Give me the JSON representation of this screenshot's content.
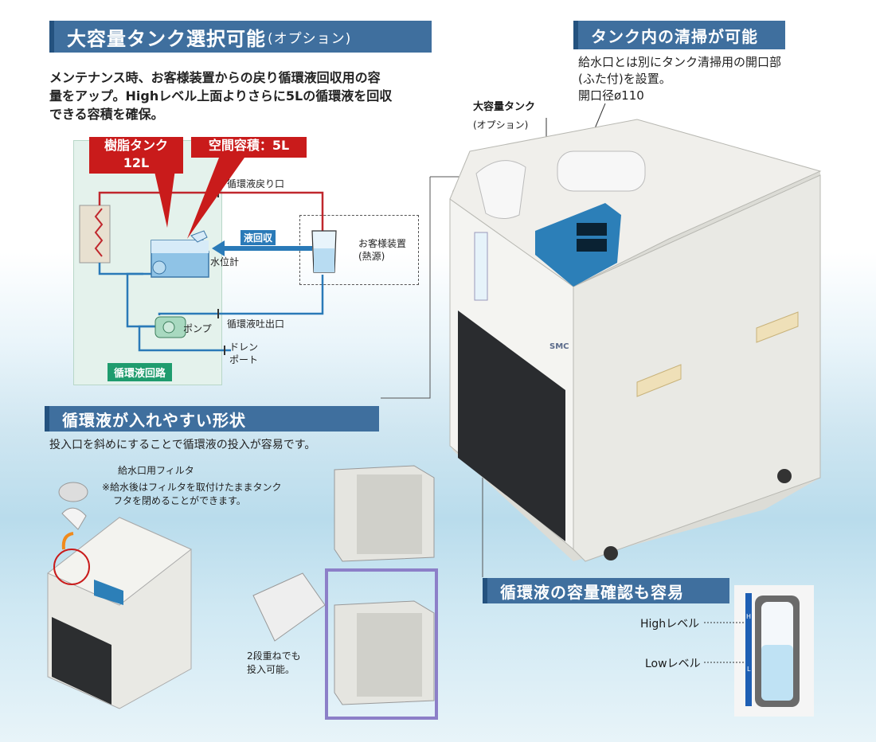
{
  "section1": {
    "title": "大容量タンク選択可能",
    "title_suffix": "(オプション)",
    "body": [
      "メンテナンス時、お客様装置からの戻り循環液回収用の容",
      "量をアップ。Highレベル上面よりさらに5Lの循環液を回収",
      "できる容積を確保。"
    ]
  },
  "diagram": {
    "resin_tank_line1": "樹脂タンク",
    "resin_tank_line2": "12L",
    "space_volume": "空間容積：5L",
    "return_port": "循環液戻り口",
    "recovery": "液回収",
    "level_gauge": "水位計",
    "customer_device_line1": "お客様装置",
    "customer_device_line2": "(熱源)",
    "pump": "ポンプ",
    "discharge_port": "循環液吐出口",
    "drain_line1": "ドレン",
    "drain_line2": "ポート",
    "circuit": "循環液回路"
  },
  "section2": {
    "title": "タンク内の清掃が可能",
    "body": [
      "給水口とは別にタンク清掃用の開口部",
      "(ふた付)を設置。",
      "開口径ø110"
    ]
  },
  "product": {
    "large_tank_line1": "大容量タンク",
    "large_tank_line2": "(オプション)",
    "brand": "SMC"
  },
  "section3": {
    "title": "循環液が入れやすい形状",
    "body": "投入口を斜めにすることで循環液の投入が容易です。",
    "filter_label": "給水口用フィルタ",
    "note_line1": "※給水後はフィルタを取付けたままタンク",
    "note_line2": "フタを閉めることができます。",
    "stack_line1": "2段重ねでも",
    "stack_line2": "投入可能。"
  },
  "section4": {
    "title": "循環液の容量確認も容易",
    "high_level": "Highレベル",
    "low_level": "Lowレベル",
    "h_mark": "H",
    "l_mark": "L"
  },
  "colors": {
    "header_blue": "#3f6f9e",
    "accent_red": "#c91b1b",
    "pipe_red": "#c0272d",
    "pipe_blue": "#2a7ab8",
    "panel_green": "#e6f3ee",
    "circuit_green": "#1f9c6e"
  }
}
